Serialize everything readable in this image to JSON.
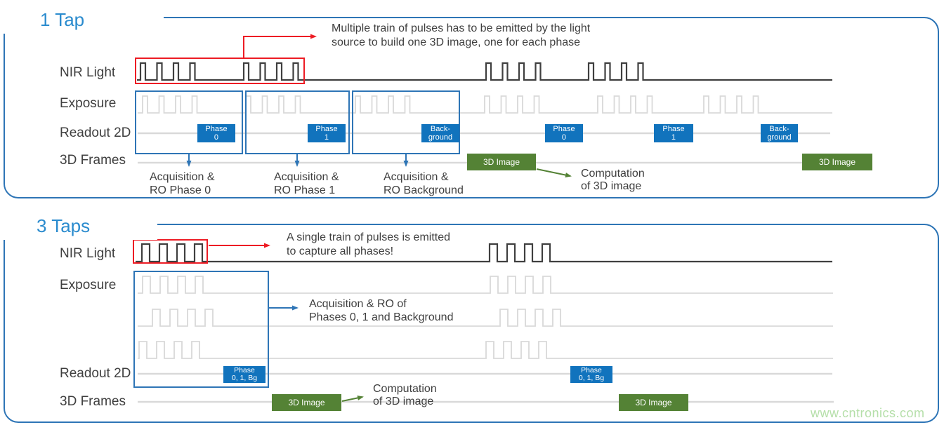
{
  "colors": {
    "panel_border": "#2e75b6",
    "accent_blue": "#2e75b6",
    "badge_blue": "#1173bd",
    "green": "#548235",
    "red": "#ed1c24",
    "title_blue": "#2a8bce",
    "wave_dark": "#3f3f3f",
    "wave_light": "#d9d9d9",
    "text": "#3f3f3f",
    "watermark_green": "#b5dfa9"
  },
  "panels": [
    {
      "title": "1 Tap",
      "row_labels": [
        "NIR Light",
        "Exposure",
        "Readout 2D",
        "3D Frames"
      ],
      "annotation": "Multiple train of pulses has to be emitted by the light\nsource to build one 3D image, one for each phase",
      "acquisition_labels": [
        "Acquisition &\nRO Phase 0",
        "Acquisition &\nRO Phase 1",
        "Acquisition &\nRO Background"
      ],
      "badges": [
        "Phase\n0",
        "Phase\n1",
        "Back-\nground",
        "Phase\n0",
        "Phase\n1",
        "Back-\nground"
      ],
      "green_boxes": [
        "3D Image",
        "3D Image"
      ],
      "computation_label": "Computation\nof 3D image"
    },
    {
      "title": "3 Taps",
      "row_labels": [
        "NIR Light",
        "Exposure",
        "Readout 2D",
        "3D Frames"
      ],
      "annotation": "A single train of pulses is emitted\nto capture all phases!",
      "acquisition_label": "Acquisition & RO of\nPhases 0, 1 and Background",
      "badges": [
        "Phase\n0, 1, Bg",
        "Phase\n0, 1, Bg"
      ],
      "green_boxes": [
        "3D Image",
        "3D Image"
      ],
      "computation_label": "Computation\nof 3D image"
    }
  ],
  "watermark": "www.cntronics.com",
  "diagram_data": {
    "type": "timing-diagram",
    "panels": [
      {
        "title": "1 Tap",
        "rows": [
          "NIR Light",
          "Exposure",
          "Readout 2D",
          "3D Frames"
        ],
        "pulses_per_train": 4,
        "nir_trains_shown": 4,
        "exposure_trains_shown": 6,
        "readout_tags": [
          "Phase 0",
          "Phase 1",
          "Background",
          "Phase 0",
          "Phase 1",
          "Background"
        ],
        "three_d_images_shown": 2
      },
      {
        "title": "3 Taps",
        "rows": [
          "NIR Light",
          "Exposure",
          "Readout 2D",
          "3D Frames"
        ],
        "pulses_per_train": 4,
        "nir_trains_shown": 2,
        "exposure_tap_rows": 3,
        "readout_tags": [
          "Phase 0, 1, Bg",
          "Phase 0, 1, Bg"
        ],
        "three_d_images_shown": 2
      }
    ]
  }
}
